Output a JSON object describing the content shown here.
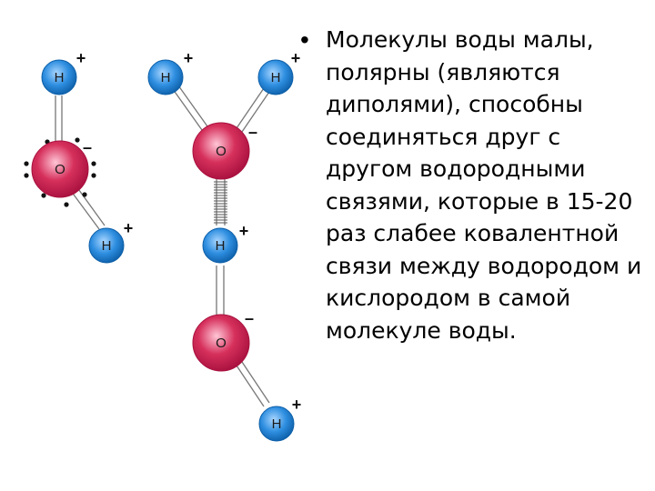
{
  "colors": {
    "hydrogen_fill": "#2e8ee0",
    "hydrogen_rim": "#0d5fa8",
    "oxygen_fill": "#d6305c",
    "oxygen_rim": "#a8103e",
    "bond": "#777777"
  },
  "atoms": {
    "h": "H",
    "o": "O"
  },
  "charges": {
    "plus": "+",
    "minus": "–"
  },
  "text": {
    "bullet": "•",
    "body": "Молекулы воды малы, полярны (являются диполями), способны соединяться друг с другом водородными связями, которые в 15-20 раз слабее ковалентной связи между водородом и кислородом в самой молекуле воды."
  }
}
